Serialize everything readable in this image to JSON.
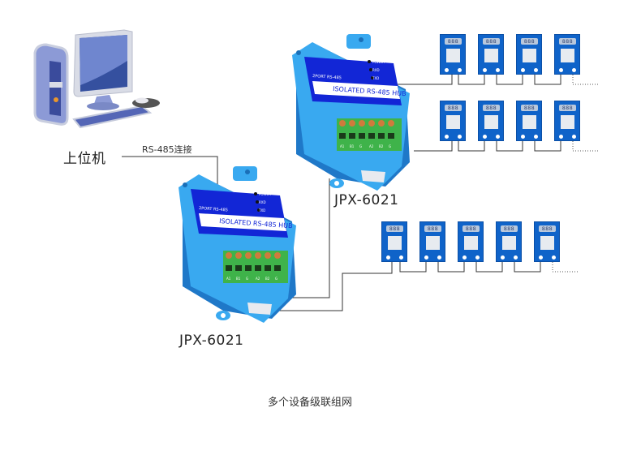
{
  "diagram": {
    "host": {
      "label": "上位机",
      "icon": "desktop-computer-icon"
    },
    "link_label": "RS-485连接",
    "hubs": [
      {
        "model": "JPX-6021",
        "panel_title": "ISOLATED",
        "panel_subtitle": "RS-485 HUB",
        "port_text": "2PORT RS-485",
        "leds": [
          "POWER",
          "RXD",
          "TXD"
        ],
        "terminals": [
          "A1",
          "B1",
          "G",
          "A2",
          "B2",
          "G"
        ]
      },
      {
        "model": "JPX-6021",
        "panel_title": "ISOLATED",
        "panel_subtitle": "RS-485 HUB",
        "port_text": "2PORT RS-485",
        "leds": [
          "POWER",
          "RXD",
          "TXD"
        ],
        "terminals": [
          "A1",
          "B1",
          "G",
          "A2",
          "B2",
          "G"
        ]
      }
    ],
    "sensor_display": "888",
    "rows": [
      {
        "name": "top-hub-bus-1",
        "sensor_count": 4,
        "continues": true
      },
      {
        "name": "top-hub-bus-2",
        "sensor_count": 4,
        "continues": true
      },
      {
        "name": "bottom-hub-bus",
        "sensor_count": 5,
        "continues": true
      }
    ],
    "caption": "多个设备级联组网"
  },
  "colors": {
    "sensor_blue": "#0f63c9",
    "hub_case": "#39a9f0",
    "hub_panel": "#1226d6",
    "terminal_green": "#3fb34a",
    "wire": "#333333"
  }
}
